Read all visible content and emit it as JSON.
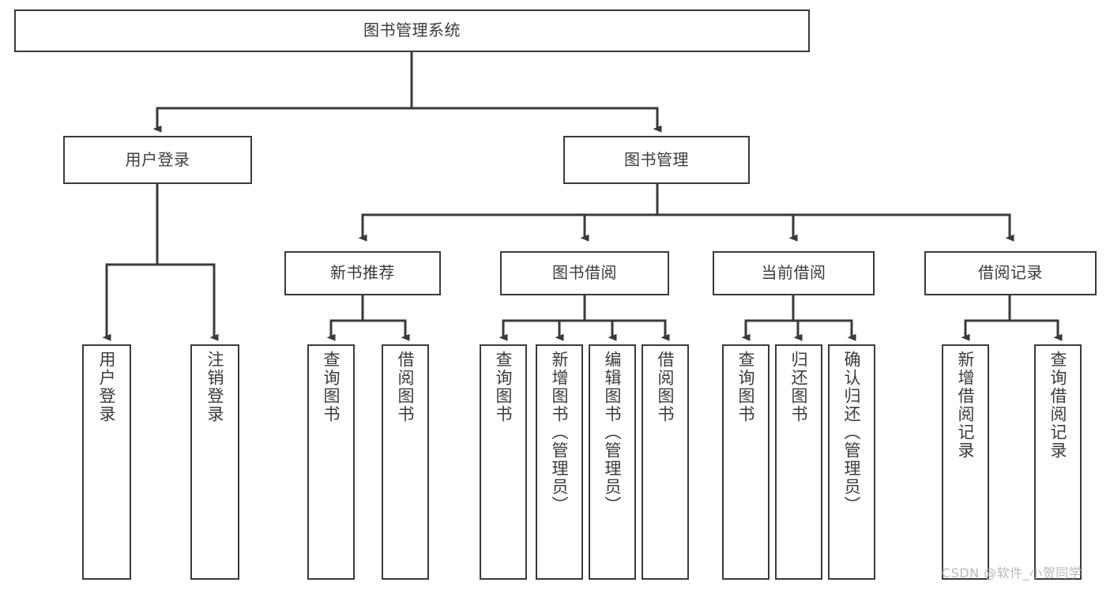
{
  "diagram": {
    "title": "图书管理系统",
    "type": "function-structure-tree",
    "root": {
      "label": "图书管理系统"
    },
    "level1": [
      {
        "label": "用户登录"
      },
      {
        "label": "图书管理"
      }
    ],
    "level2": [
      {
        "label": "新书推荐"
      },
      {
        "label": "图书借阅"
      },
      {
        "label": "当前借阅"
      },
      {
        "label": "借阅记录"
      }
    ],
    "leaves": {
      "user_login": [
        {
          "label": "用户登录"
        },
        {
          "label": "注销登录"
        }
      ],
      "new_book_recommend": [
        {
          "label": "查询图书"
        },
        {
          "label": "借阅图书"
        }
      ],
      "book_borrow": [
        {
          "label": "查询图书"
        },
        {
          "label": "新增图书（管理员）"
        },
        {
          "label": "编辑图书（管理员）"
        },
        {
          "label": "借阅图书"
        }
      ],
      "current_borrow": [
        {
          "label": "查询图书"
        },
        {
          "label": "归还图书"
        },
        {
          "label": "确认归还（管理员）"
        }
      ],
      "borrow_record": [
        {
          "label": "新增借阅记录"
        },
        {
          "label": "查询借阅记录"
        }
      ]
    }
  },
  "watermark": {
    "text": "CSDN @软件_小贺同学"
  },
  "colors": {
    "stroke": "#3a3a3a",
    "box_fill": "#ffffff",
    "text": "#3b3b3b",
    "watermark": "#b9b9b9",
    "background": "#ffffff"
  }
}
